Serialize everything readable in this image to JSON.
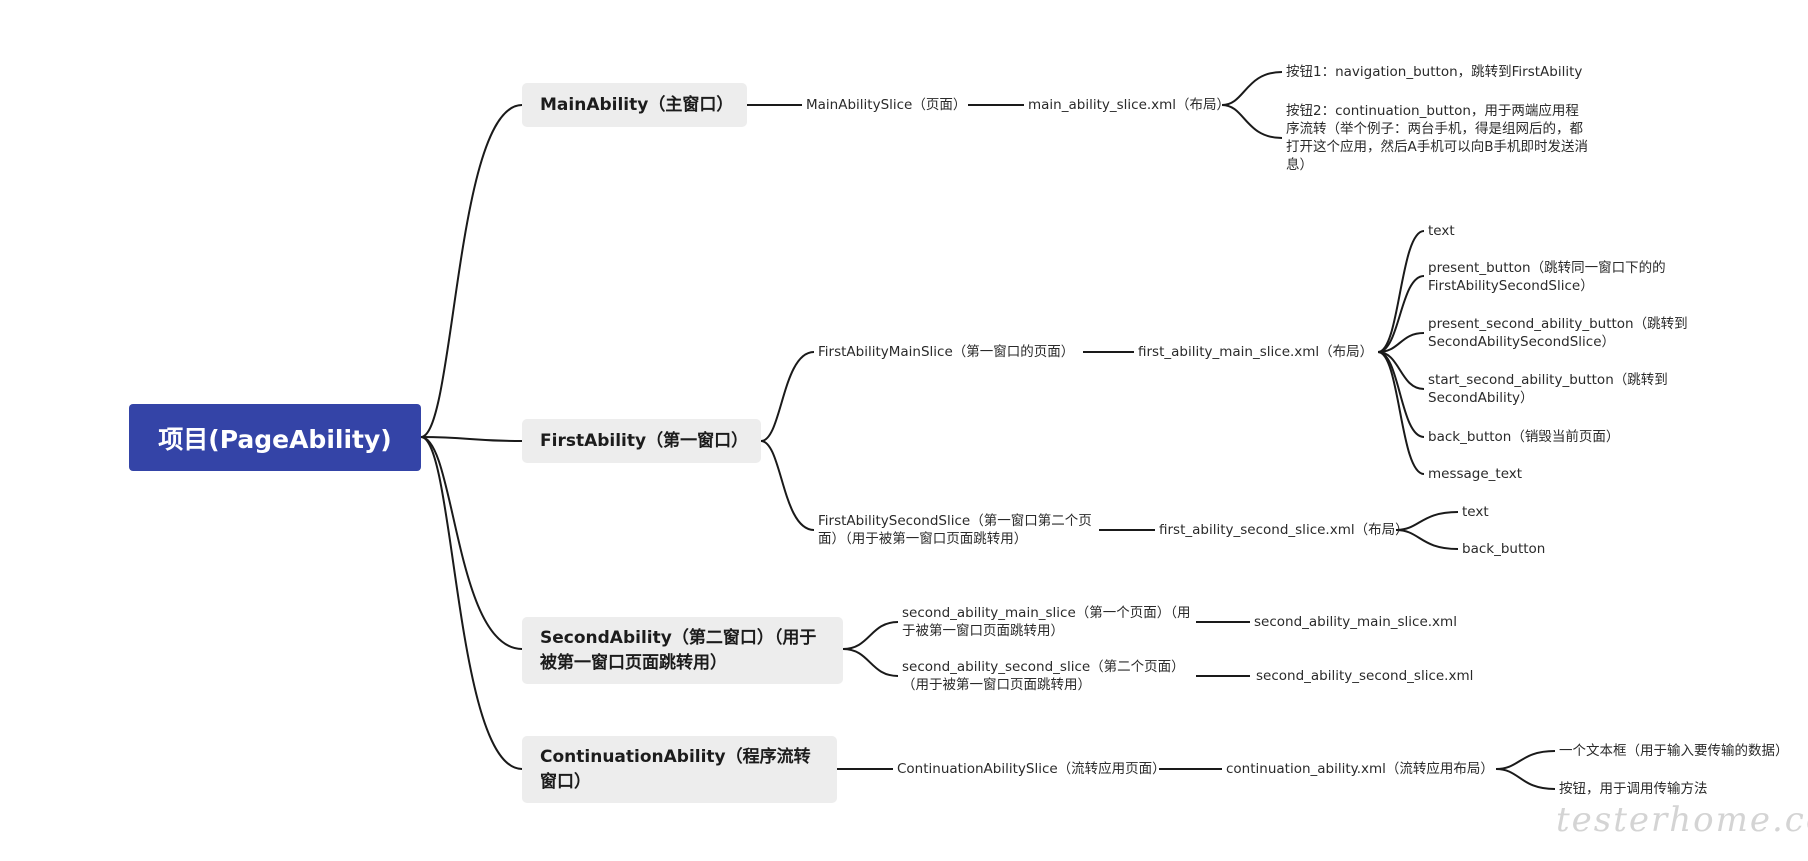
{
  "mindmap": {
    "root": "项目(PageAbility)",
    "main": {
      "label": "MainAbility（主窗口）",
      "slice": "MainAbilitySlice（页面）",
      "layout": "main_ability_slice.xml（布局）",
      "items": [
        "按钮1：navigation_button，跳转到FirstAbility",
        "按钮2：continuation_button，用于两端应用程序流转（举个例子：两台手机，得是组网后的，都打开这个应用，然后A手机可以向B手机即时发送消息）"
      ]
    },
    "first": {
      "label": "FirstAbility（第一窗口）",
      "main_slice": "FirstAbilityMainSlice（第一窗口的页面）",
      "main_layout": "first_ability_main_slice.xml（布局）",
      "main_items": [
        "text",
        "present_button（跳转同一窗口下的的FirstAbilitySecondSlice）",
        "present_second_ability_button（跳转到SecondAbilitySecondSlice）",
        "start_second_ability_button（跳转到SecondAbility）",
        "back_button（销毁当前页面）",
        "message_text"
      ],
      "second_slice": "FirstAbilitySecondSlice（第一窗口第二个页面）（用于被第一窗口页面跳转用）",
      "second_layout": "first_ability_second_slice.xml（布局）",
      "second_items": [
        "text",
        "back_button"
      ]
    },
    "second": {
      "label": "SecondAbility（第二窗口）（用于被第一窗口页面跳转用）",
      "main_slice": "second_ability_main_slice（第一个页面）（用于被第一窗口页面跳转用）",
      "main_layout": "second_ability_main_slice.xml",
      "second_slice": "second_ability_second_slice（第二个页面）（用于被第一窗口页面跳转用）",
      "second_layout": "second_ability_second_slice.xml"
    },
    "continuation": {
      "label": "ContinuationAbility（程序流转窗口）",
      "slice": "ContinuationAbilitySlice（流转应用页面）",
      "layout": "continuation_ability.xml（流转应用布局）",
      "items": [
        "一个文本框（用于输入要传输的数据）",
        "按钮，用于调用传输方法"
      ]
    }
  },
  "watermark": "testerhome.com",
  "colors": {
    "root_bg": "#3444a7",
    "branch_bg": "#ededed",
    "line": "#1a1a1a"
  }
}
